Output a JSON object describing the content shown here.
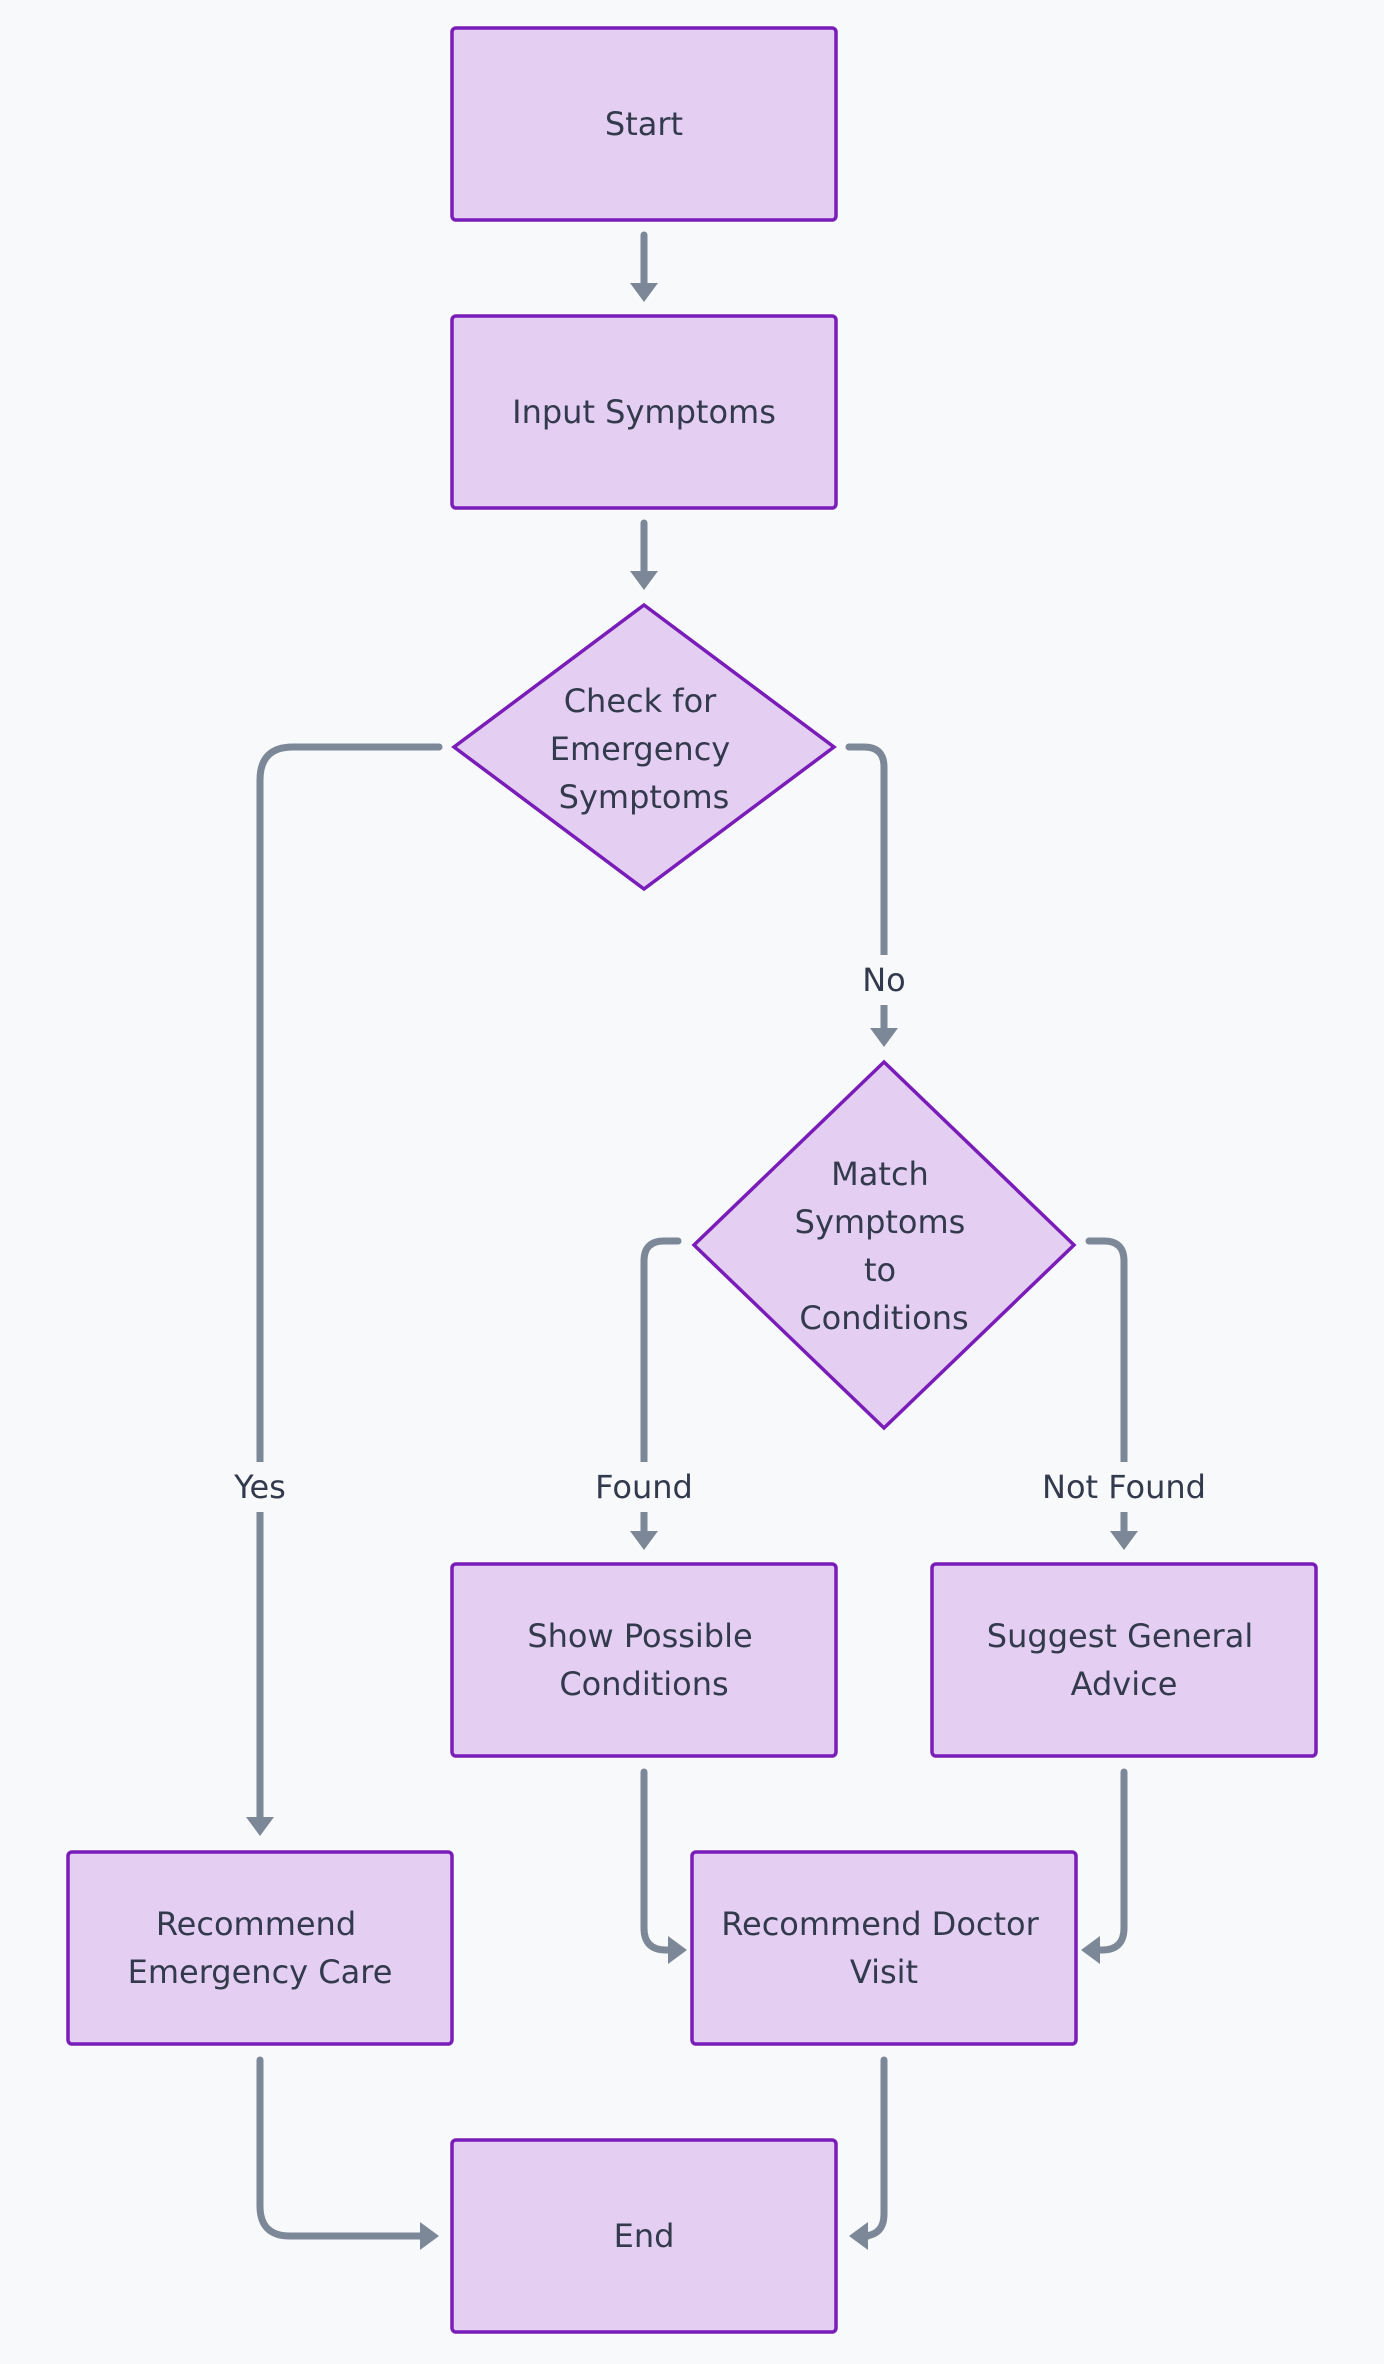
{
  "nodes": {
    "start": {
      "lines": [
        "Start"
      ]
    },
    "input_symptoms": {
      "lines": [
        "Input Symptoms"
      ]
    },
    "check_emergency": {
      "lines": [
        "Check for",
        "Emergency",
        "Symptoms"
      ]
    },
    "match_symptoms": {
      "lines": [
        "Match",
        "Symptoms",
        "to",
        "Conditions"
      ]
    },
    "show_conditions": {
      "lines": [
        "Show Possible",
        "Conditions"
      ]
    },
    "suggest_advice": {
      "lines": [
        "Suggest General",
        "Advice"
      ]
    },
    "emergency_care": {
      "lines": [
        "Recommend",
        "Emergency Care"
      ]
    },
    "doctor_visit": {
      "lines": [
        "Recommend Doctor",
        "Visit"
      ]
    },
    "end": {
      "lines": [
        "End"
      ]
    }
  },
  "edges": {
    "yes": "Yes",
    "no": "No",
    "found": "Found",
    "not_found": "Not Found"
  },
  "colors": {
    "node_fill": "#e4cff3",
    "node_stroke": "#7a1db8",
    "edge": "#7c8897",
    "text": "#333a4d",
    "background": "#f7f9fb"
  }
}
